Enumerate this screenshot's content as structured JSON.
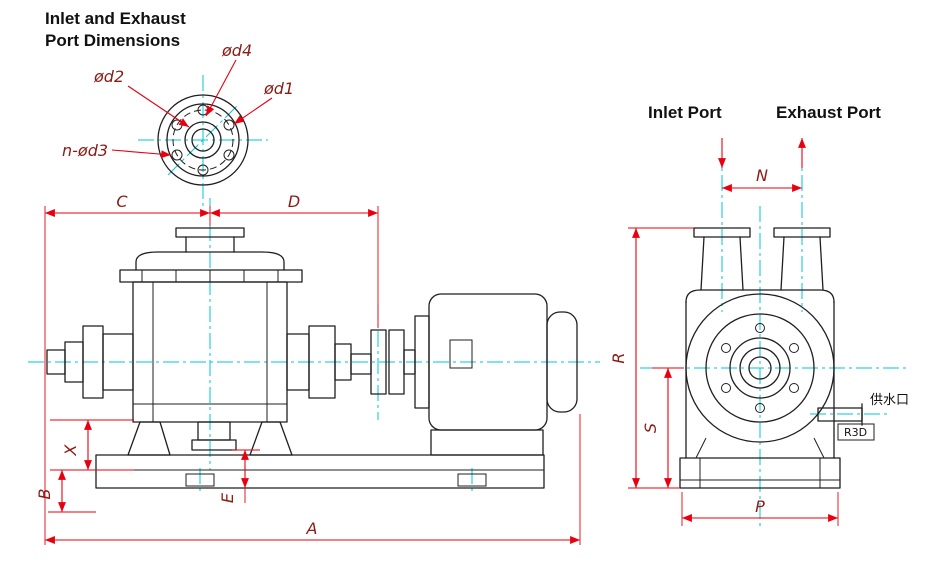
{
  "colors": {
    "line": "#1f1f1f",
    "dim": "#e8000f",
    "center": "#00c6d8",
    "dim-text": "#8a1c14",
    "text": "#111111",
    "bg": "#ffffff"
  },
  "titles": {
    "flange_title_line1": "Inlet and Exhaust",
    "flange_title_line2": "Port Dimensions",
    "inlet_port": "Inlet Port",
    "exhaust_port": "Exhaust Port"
  },
  "flange_detail": {
    "d4": "ød4",
    "d2": "ød2",
    "d1": "ød1",
    "d3": "n-ød3"
  },
  "side_view_dims": {
    "c": "C",
    "d": "D",
    "a": "A",
    "b": "B",
    "x": "X",
    "e": "E"
  },
  "front_view_dims": {
    "n": "N",
    "r": "R",
    "s": "S",
    "p": "P"
  },
  "water_port": {
    "label": "供水口",
    "size": "R3D"
  }
}
